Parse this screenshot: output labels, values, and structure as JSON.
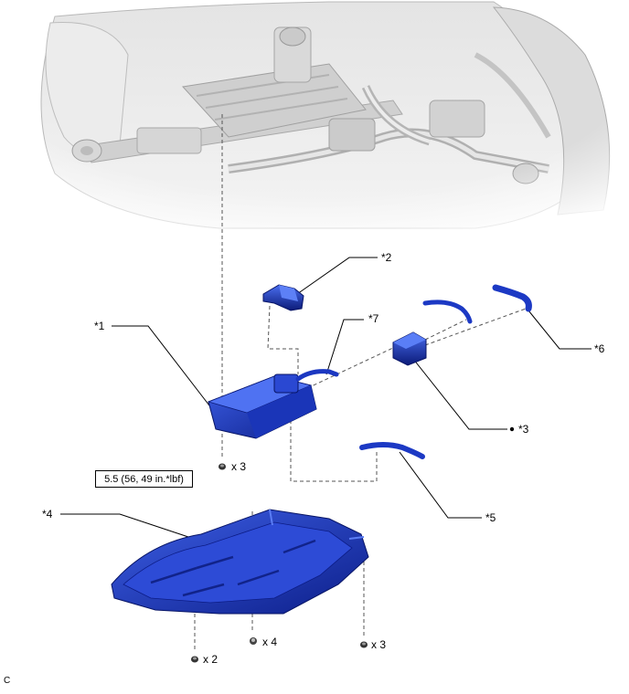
{
  "labels": {
    "c1": "*1",
    "c2": "*2",
    "c3": "*3",
    "c4": "*4",
    "c5": "*5",
    "c6": "*6",
    "c7": "*7"
  },
  "quantities": {
    "q_bracket_bolt": "x 3",
    "q_guard_left": "x 2",
    "q_guard_clip": "x 4",
    "q_guard_right": "x 3"
  },
  "torque": "5.5 (56, 49 in.*lbf)",
  "corner_code": "C",
  "colors": {
    "part_blue": "#1e3ec9",
    "part_dark": "#0b1a78",
    "part_light": "#4a6ef0",
    "vehicle_gray": "#d6d6d6"
  }
}
